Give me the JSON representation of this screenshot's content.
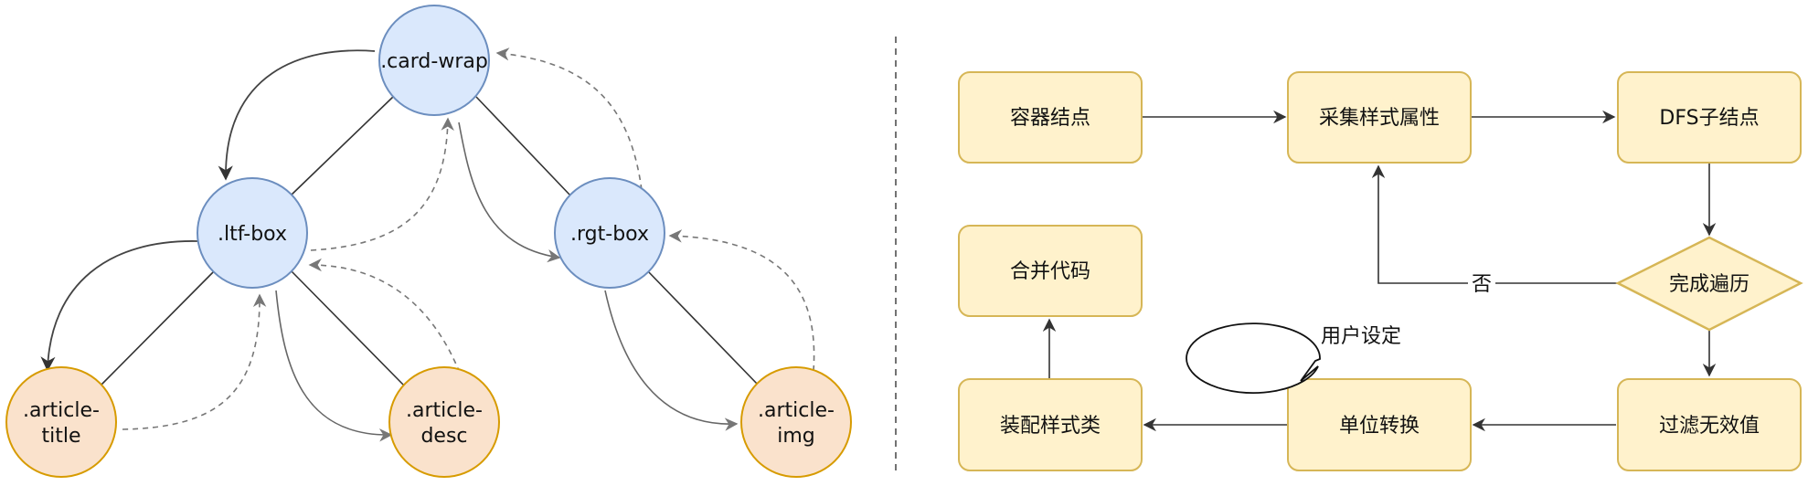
{
  "tree": {
    "nodes": [
      {
        "id": "card-wrap",
        "lines": [
          ".card-wrap"
        ],
        "kind": "blue"
      },
      {
        "id": "ltf-box",
        "lines": [
          ".ltf-box"
        ],
        "kind": "blue"
      },
      {
        "id": "rgt-box",
        "lines": [
          ".rgt-box"
        ],
        "kind": "blue"
      },
      {
        "id": "article-title",
        "lines": [
          ".article-",
          "title"
        ],
        "kind": "orange"
      },
      {
        "id": "article-desc",
        "lines": [
          ".article-",
          "desc"
        ],
        "kind": "orange"
      },
      {
        "id": "article-img",
        "lines": [
          ".article-",
          "img"
        ],
        "kind": "orange"
      }
    ],
    "edges": [
      {
        "from": "card-wrap",
        "to": "ltf-box"
      },
      {
        "from": "card-wrap",
        "to": "rgt-box"
      },
      {
        "from": "ltf-box",
        "to": "article-title"
      },
      {
        "from": "ltf-box",
        "to": "article-desc"
      },
      {
        "from": "rgt-box",
        "to": "article-img"
      }
    ]
  },
  "flow": {
    "nodes": [
      {
        "id": "container-node",
        "label": "容器结点"
      },
      {
        "id": "collect-styles",
        "label": "采集样式属性"
      },
      {
        "id": "dfs-children",
        "label": "DFS子结点"
      },
      {
        "id": "traversal-done",
        "label": "完成遍历",
        "shape": "diamond"
      },
      {
        "id": "filter-invalid",
        "label": "过滤无效值"
      },
      {
        "id": "unit-convert",
        "label": "单位转换"
      },
      {
        "id": "assemble-classes",
        "label": "装配样式类"
      },
      {
        "id": "merge-code",
        "label": "合并代码"
      }
    ],
    "edges": [
      {
        "from": "container-node",
        "to": "collect-styles"
      },
      {
        "from": "collect-styles",
        "to": "dfs-children"
      },
      {
        "from": "dfs-children",
        "to": "traversal-done"
      },
      {
        "from": "traversal-done",
        "to": "collect-styles",
        "label": "否"
      },
      {
        "from": "traversal-done",
        "to": "filter-invalid"
      },
      {
        "from": "filter-invalid",
        "to": "unit-convert"
      },
      {
        "from": "unit-convert",
        "to": "assemble-classes"
      },
      {
        "from": "assemble-classes",
        "to": "merge-code"
      }
    ],
    "callout": {
      "text": "用户设定",
      "attached_to": "unit-convert"
    }
  },
  "colors": {
    "blue_fill": "#dae8fc",
    "blue_stroke": "#6c8ebf",
    "orange_fill": "#fae2cc",
    "orange_stroke": "#d79b00",
    "flow_fill": "#fff2cc",
    "flow_stroke": "#d6b656",
    "edge": "#333333",
    "dashed": "#777777",
    "curve": "#666666"
  }
}
